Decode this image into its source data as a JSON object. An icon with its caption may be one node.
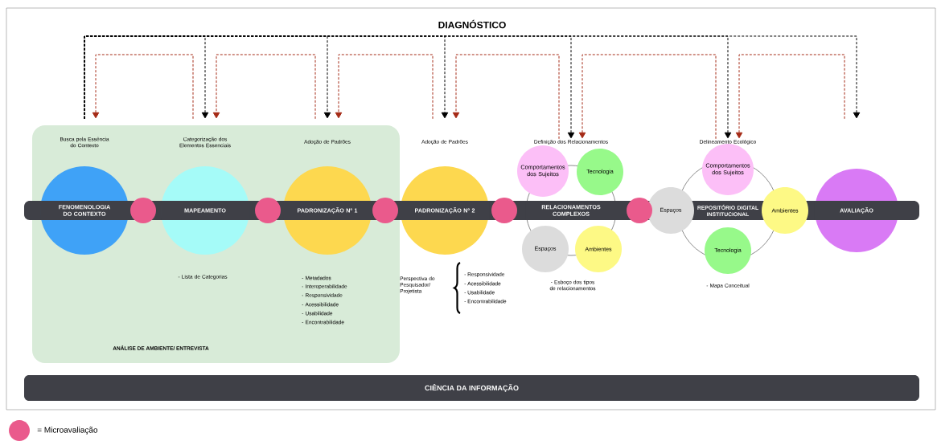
{
  "diagram": {
    "title": "DIAGNÓSTICO",
    "nodes": [
      {
        "text": [
          "ANÁLISE DE AMBIENTE/ ENTREVISTA"
        ]
      },
      {
        "text": [
          "Busca pela Essência do Contexto",
          "FENOMENOLOGIA DO CONTEXTO"
        ],
        "in": 0
      },
      {
        "text": [
          "Categorização dos Elementos Essenciais",
          "MAPEAMENTO"
        ],
        "beside": [
          "- Lista de Categorias"
        ],
        "in": 0
      },
      {
        "text": [
          "Adoção de Padrões",
          "PADRONIZAÇÃO Nº 1"
        ],
        "beside": [
          "- Metadados",
          "- Interoperabilidade",
          "- Responsividade",
          "- Acessibilidade",
          "- Usabilidade",
          "- Encontrabilidade"
        ],
        "in": 0
      },
      {
        "text": [
          "Adoção de Padrões",
          "PADRONIZAÇÃO Nº 2"
        ]
      },
      {
        "text": [
          "RELACIONAMENTOS COMPLEXOS"
        ]
      },
      {
        "text": [
          "Comportamentos dos Sujeitos"
        ]
      },
      {
        "text": [
          "Tecnologia"
        ]
      },
      {
        "text": [
          "Espaços"
        ]
      },
      {
        "text": [
          "Ambientes"
        ]
      },
      {
        "text": [
          "REPOSITÓRIO DIGITAL INSTITUCIONAL"
        ]
      },
      {
        "text": [
          "Comportamentos dos Sujeitos"
        ]
      },
      {
        "text": [
          "Espaços"
        ]
      },
      {
        "text": [
          "Ambientes"
        ]
      },
      {
        "text": [
          "Tecnologia"
        ]
      },
      {
        "text": [
          "AVALIAÇÃO"
        ]
      },
      {
        "text": [],
        "shape": "circle",
        "in": 0
      },
      {
        "text": [],
        "shape": "circle",
        "in": 0
      },
      {
        "text": [],
        "shape": "circle",
        "in": 0
      },
      {
        "text": [],
        "shape": "circle"
      },
      {
        "text": [],
        "shape": "circle"
      },
      {
        "text": [
          "CIÊNCIA DA INFORMAÇÃO"
        ]
      },
      {
        "text": [
          "Definição dos Relacionamentos"
        ]
      },
      {
        "text": [
          "Delineamento Ecológico"
        ]
      }
    ],
    "edges": [
      {
        "from": 1,
        "to": 2,
        "arrow": "to",
        "style": "dashed"
      },
      {
        "from": 1,
        "to": 3,
        "arrow": "to",
        "style": "dashed"
      },
      {
        "from": 1,
        "to": 4,
        "arrow": "to",
        "style": "dashed"
      },
      {
        "from": 1,
        "to": 22,
        "arrow": "to",
        "style": "dashed"
      },
      {
        "from": 1,
        "to": 23,
        "arrow": "to",
        "style": "dashed"
      },
      {
        "from": 1,
        "to": 15,
        "arrow": "to",
        "style": "dashed"
      },
      {
        "from": 15,
        "to": 23,
        "arrow": "to",
        "style": "dashed",
        "color": "#a52a16"
      },
      {
        "from": 23,
        "to": 22,
        "arrow": "to",
        "style": "dashed",
        "color": "#a52a16"
      },
      {
        "from": 22,
        "to": 4,
        "arrow": "to",
        "style": "dashed",
        "color": "#a52a16"
      },
      {
        "from": 4,
        "to": 3,
        "arrow": "to",
        "style": "dashed",
        "color": "#a52a16"
      },
      {
        "from": 3,
        "to": 2,
        "arrow": "to",
        "style": "dashed",
        "color": "#a52a16"
      },
      {
        "from": 2,
        "to": 1,
        "arrow": "to",
        "style": "dashed",
        "color": "#a52a16"
      }
    ],
    "labels": [
      "Perspectiva do Pesquisador/ Projetista",
      "- Responsividade",
      "- Acessibilidade",
      "- Usabilidade",
      "- Encontrabilidade",
      "- Esboço dos tipos de relacionamentos",
      "- Mapa Conceitual"
    ],
    "legend": [
      {
        "text": "= Microavaliação",
        "color": "#ea5a8c"
      }
    ]
  }
}
